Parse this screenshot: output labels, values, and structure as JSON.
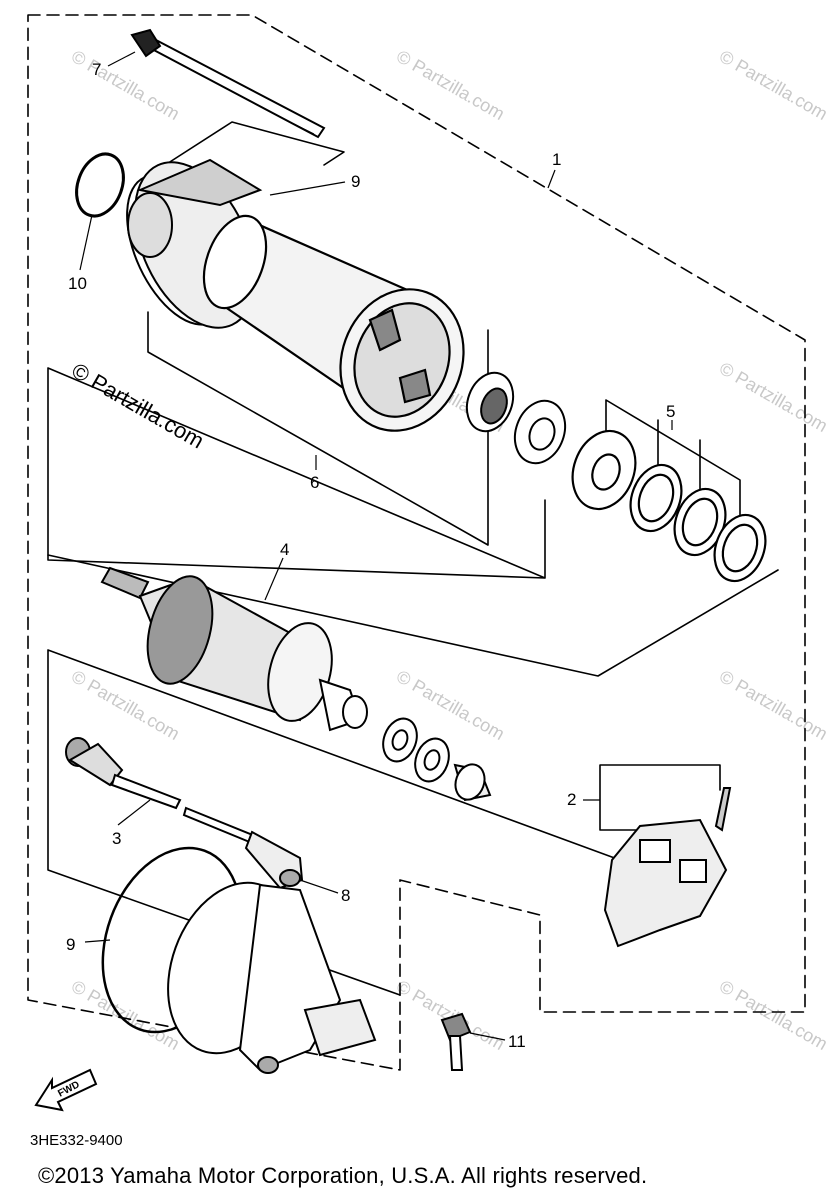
{
  "callouts": {
    "c1": "1",
    "c2": "2",
    "c3": "3",
    "c4": "4",
    "c5": "5",
    "c6": "6",
    "c7": "7",
    "c8": "8",
    "c9_top": "9",
    "c9_bottom": "9",
    "c10": "10",
    "c11": "11"
  },
  "watermark": {
    "main": "© Partzilla.com",
    "faint": "© Partzilla.com"
  },
  "fwd_label": "FWD",
  "diagram_code": "3HE332-9400",
  "copyright": "©2013  Yamaha Motor Corporation, U.S.A. All rights reserved."
}
